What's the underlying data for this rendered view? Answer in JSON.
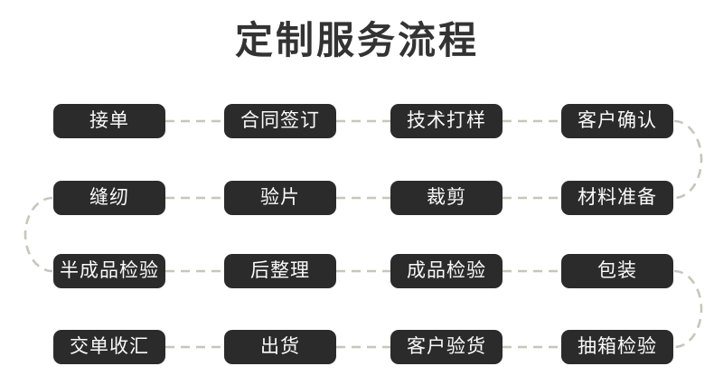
{
  "title": "定制服务流程",
  "colors": {
    "background": "#ffffff",
    "box_bg": "#2b2b2b",
    "box_text": "#fafafa",
    "connector": "#c8c5bb",
    "title_color": "#333333"
  },
  "flow": {
    "rows": [
      {
        "boxes": [
          {
            "label": "接单"
          },
          {
            "label": "合同签订"
          },
          {
            "label": "技术打样"
          },
          {
            "label": "客户确认"
          }
        ]
      },
      {
        "boxes": [
          {
            "label": "缝纫"
          },
          {
            "label": "验片"
          },
          {
            "label": "裁剪"
          },
          {
            "label": "材料准备"
          }
        ]
      },
      {
        "boxes": [
          {
            "label": "半成品检验"
          },
          {
            "label": "后整理"
          },
          {
            "label": "成品检验"
          },
          {
            "label": "包装"
          }
        ]
      },
      {
        "boxes": [
          {
            "label": "交单收汇"
          },
          {
            "label": "出货"
          },
          {
            "label": "客户验货"
          },
          {
            "label": "抽箱检验"
          }
        ]
      }
    ],
    "connector_style": "dashed",
    "sequence": [
      "接单",
      "合同签订",
      "技术打样",
      "客户确认",
      "材料准备",
      "裁剪",
      "验片",
      "缝纫",
      "半成品检验",
      "后整理",
      "成品检验",
      "包装",
      "抽箱检验",
      "客户验货",
      "出货",
      "交单收汇"
    ]
  }
}
